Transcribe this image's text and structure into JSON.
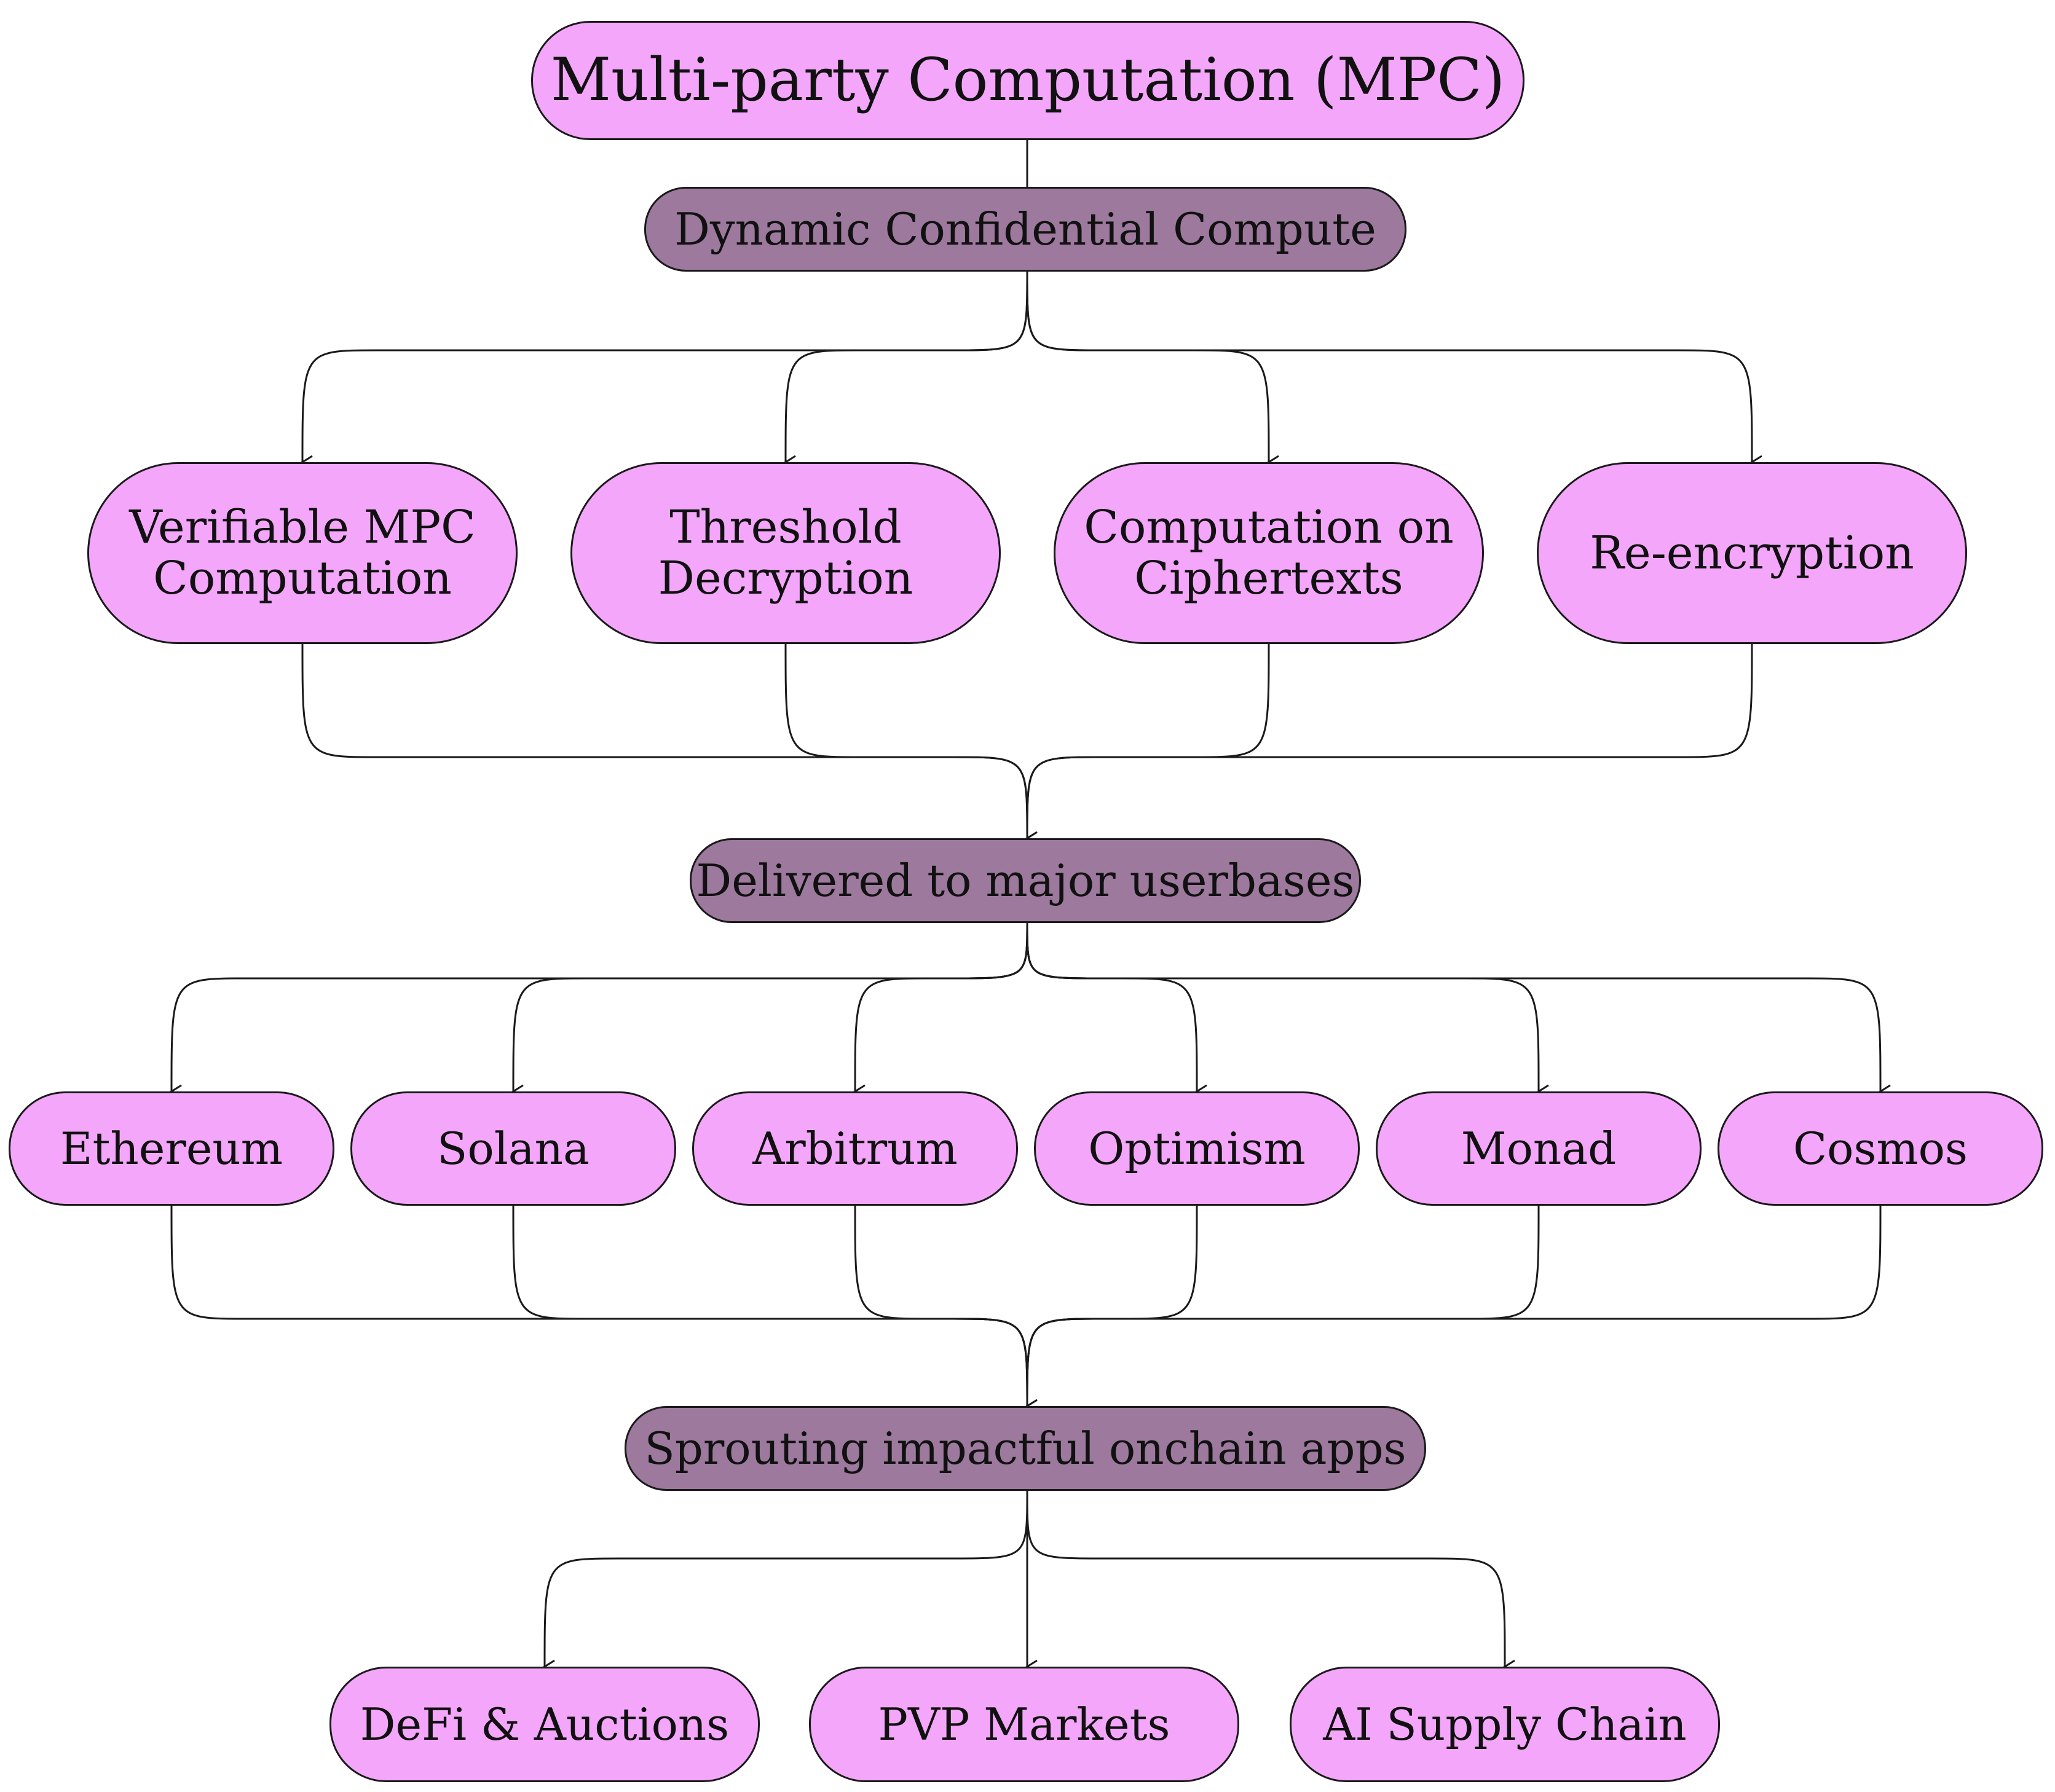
{
  "colors": {
    "primary_node": "#f4a7fa",
    "section_node": "#9c799d",
    "line": "#1a1a1a",
    "text": "#111111"
  },
  "diagram": {
    "root": {
      "label": "Multi-party Computation (MPC)"
    },
    "stage1": {
      "label": "Dynamic Confidential Compute",
      "items": [
        {
          "line1": "Verifiable MPC",
          "line2": "Computation"
        },
        {
          "line1": "Threshold",
          "line2": "Decryption"
        },
        {
          "line1": "Computation on",
          "line2": "Ciphertexts"
        },
        {
          "line1": "Re-encryption",
          "line2": ""
        }
      ]
    },
    "stage2": {
      "label": "Delivered to major userbases",
      "items": [
        "Ethereum",
        "Solana",
        "Arbitrum",
        "Optimism",
        "Monad",
        "Cosmos"
      ]
    },
    "stage3": {
      "label": "Sprouting impactful onchain apps",
      "items": [
        "DeFi & Auctions",
        "PVP Markets",
        "AI Supply Chain"
      ]
    }
  }
}
